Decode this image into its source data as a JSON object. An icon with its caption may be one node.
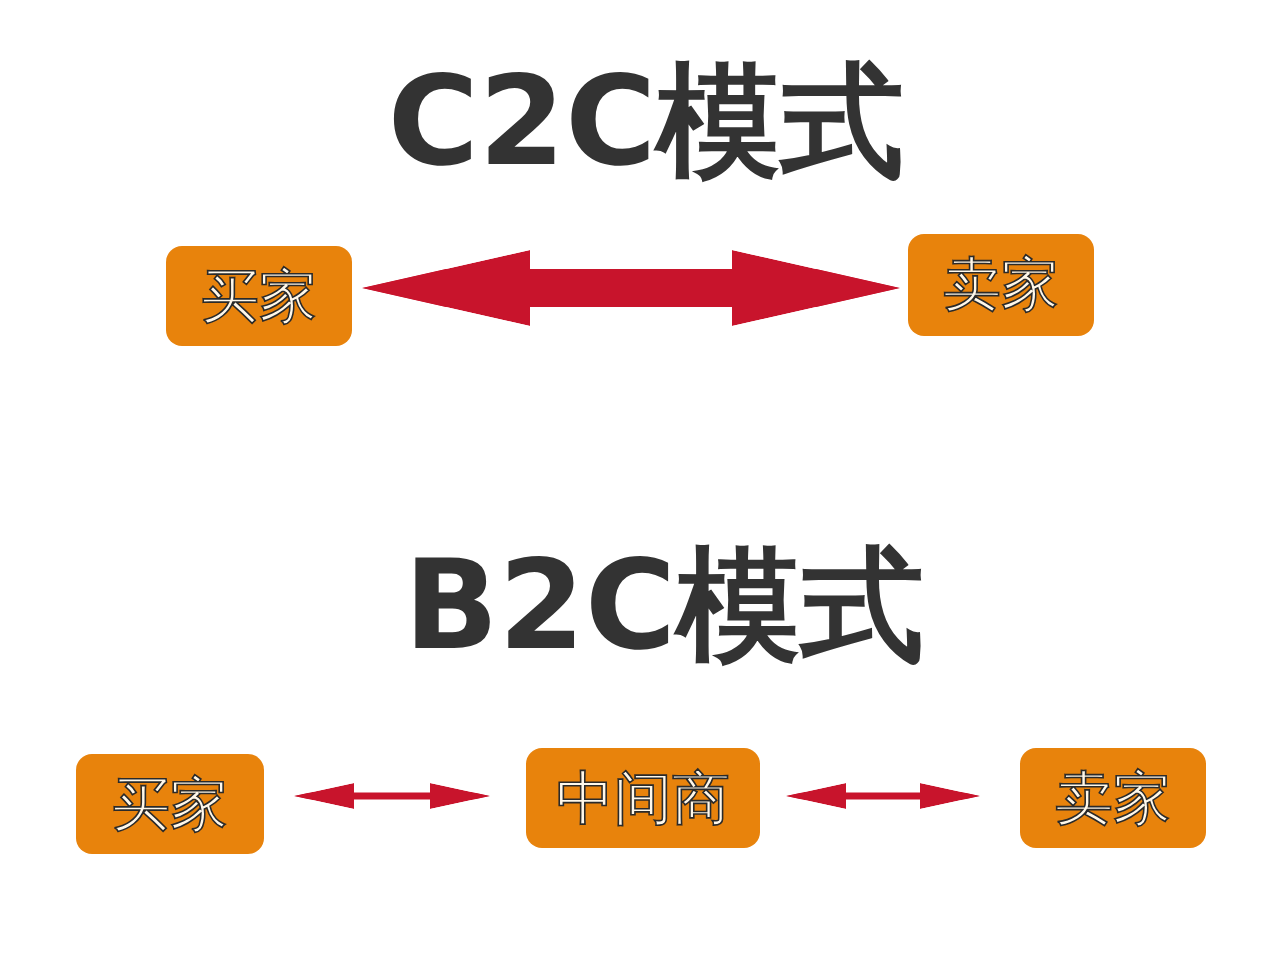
{
  "diagram": {
    "title": "C2C模式",
    "nodes": [
      {
        "text": [
          "买家"
        ]
      },
      {
        "text": [
          "卖家"
        ]
      },
      {
        "text": [
          "买家"
        ]
      },
      {
        "text": [
          "中间商"
        ]
      },
      {
        "text": [
          "卖家"
        ]
      }
    ],
    "edges": [
      {
        "from": 0,
        "to": 1,
        "arrow": "both",
        "style": "thick"
      },
      {
        "from": 2,
        "to": 3,
        "arrow": "both"
      },
      {
        "from": 3,
        "to": 4,
        "arrow": "both"
      }
    ],
    "labels": [
      "B2C模式"
    ]
  }
}
